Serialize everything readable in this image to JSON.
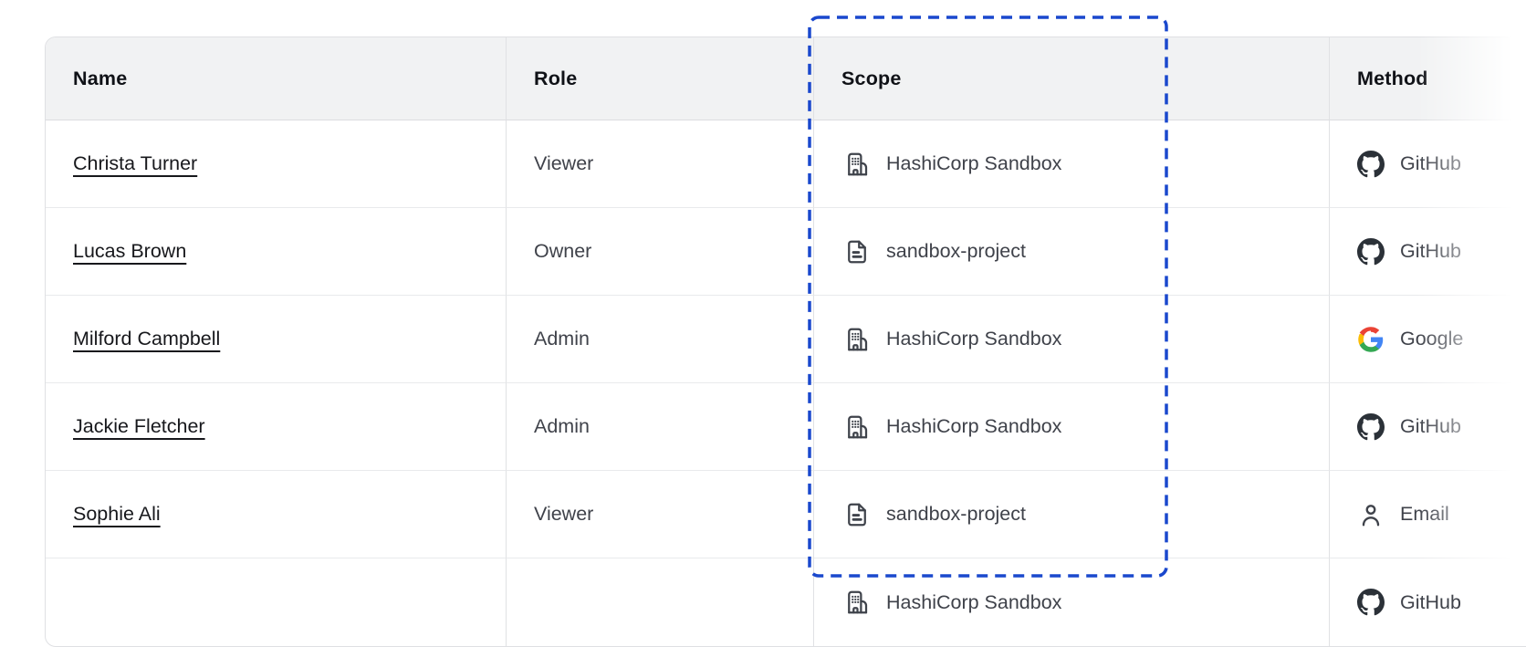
{
  "table": {
    "columns": [
      {
        "label": "Name"
      },
      {
        "label": "Role"
      },
      {
        "label": "Scope"
      },
      {
        "label": "Method"
      }
    ],
    "rows": [
      {
        "name": "Christa Turner",
        "role": "Viewer",
        "scope": {
          "icon": "building",
          "label": "HashiCorp Sandbox"
        },
        "method": {
          "icon": "github",
          "label": "GitHub"
        }
      },
      {
        "name": "Lucas Brown",
        "role": "Owner",
        "scope": {
          "icon": "file",
          "label": "sandbox-project"
        },
        "method": {
          "icon": "github",
          "label": "GitHub"
        }
      },
      {
        "name": "Milford Campbell",
        "role": "Admin",
        "scope": {
          "icon": "building",
          "label": "HashiCorp Sandbox"
        },
        "method": {
          "icon": "google",
          "label": "Google"
        }
      },
      {
        "name": "Jackie Fletcher",
        "role": "Admin",
        "scope": {
          "icon": "building",
          "label": "HashiCorp Sandbox"
        },
        "method": {
          "icon": "github",
          "label": "GitHub"
        }
      },
      {
        "name": "Sophie Ali",
        "role": "Viewer",
        "scope": {
          "icon": "file",
          "label": "sandbox-project"
        },
        "method": {
          "icon": "email",
          "label": "Email"
        }
      },
      {
        "name": "",
        "role": "",
        "scope": {
          "icon": "building",
          "label": "HashiCorp Sandbox"
        },
        "method": {
          "icon": "github",
          "label": "GitHub"
        },
        "partial": true
      }
    ]
  },
  "annotation": {
    "highlighted_column": "Scope",
    "dash_color": "#1a48cd"
  },
  "colors": {
    "header_bg": "#f1f2f3",
    "border": "#dfe0e3",
    "row_border": "#e9eaec",
    "header_text": "#101217",
    "body_text": "#3f424a",
    "link_text": "#17181c",
    "icon_stroke": "#3f434b",
    "github_fill": "#2b3138",
    "google_blue": "#4285F4",
    "google_green": "#34A853",
    "google_yellow": "#FBBC05",
    "google_red": "#EA4335"
  }
}
